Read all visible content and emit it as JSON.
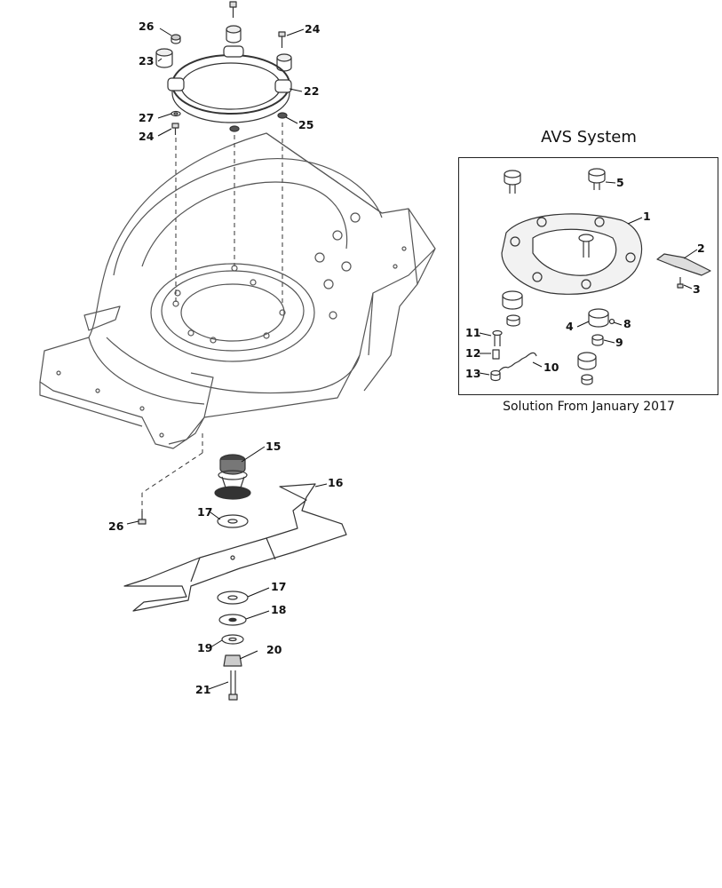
{
  "avs": {
    "title": "AVS System",
    "caption": "Solution From January 2017",
    "callouts": [
      "1",
      "2",
      "3",
      "4",
      "5",
      "8",
      "9",
      "10",
      "11",
      "12",
      "13"
    ]
  },
  "main": {
    "callouts": [
      "15",
      "16",
      "17",
      "17",
      "18",
      "19",
      "20",
      "21",
      "22",
      "23",
      "24",
      "24",
      "25",
      "25",
      "26",
      "27"
    ]
  }
}
